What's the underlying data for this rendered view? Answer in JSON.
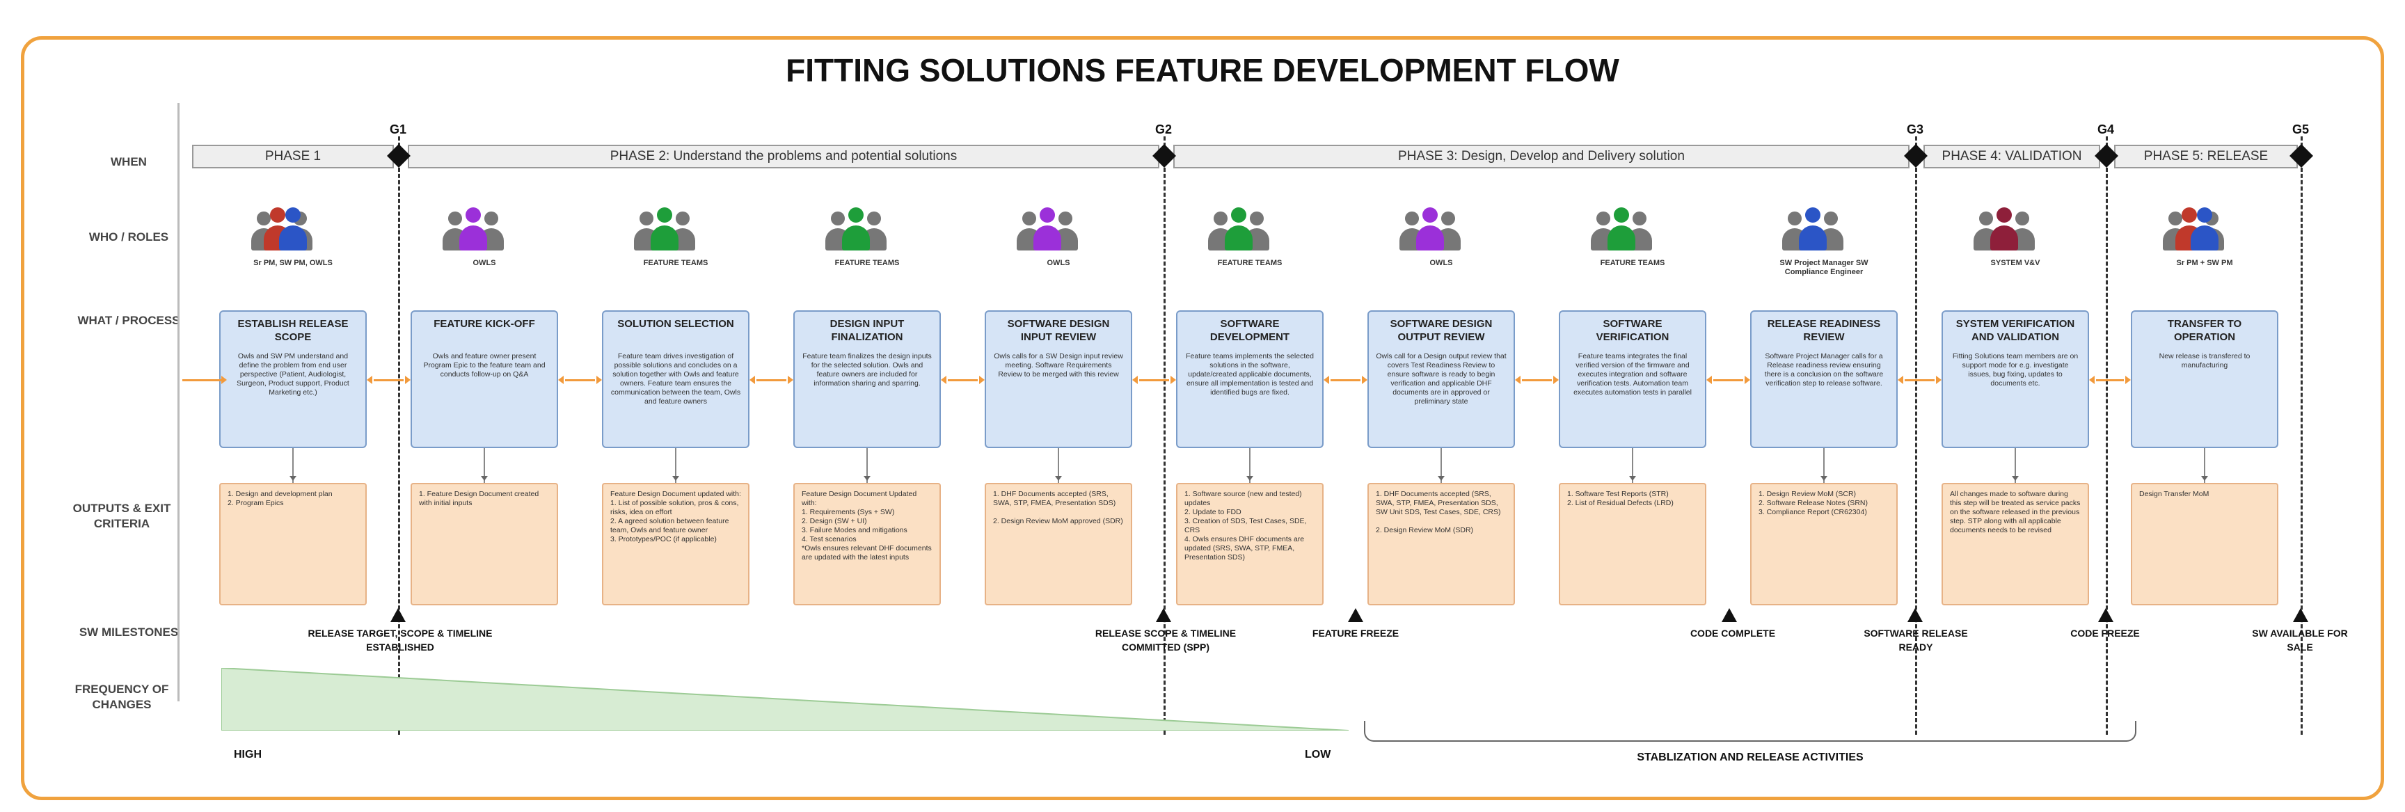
{
  "title": "FITTING SOLUTIONS FEATURE DEVELOPMENT FLOW",
  "row_labels": {
    "when": "WHEN",
    "who": "WHO / ROLES",
    "what": "WHAT / PROCESS",
    "outputs": "OUTPUTS & EXIT CRITERIA",
    "milestones": "SW MILESTONES",
    "frequency": "FREQUENCY OF CHANGES"
  },
  "phases": [
    "PHASE 1",
    "PHASE 2: Understand the problems and potential solutions",
    "PHASE 3: Design, Develop and Delivery solution",
    "PHASE 4: VALIDATION",
    "PHASE 5: RELEASE"
  ],
  "gates": [
    "G1",
    "G2",
    "G3",
    "G4",
    "G5"
  ],
  "roles": [
    "Sr PM, SW PM, OWLS",
    "OWLS",
    "FEATURE TEAMS",
    "FEATURE TEAMS",
    "OWLS",
    "FEATURE TEAMS",
    "OWLS",
    "FEATURE TEAMS",
    "SW Project Manager SW Compliance Engineer",
    "SYSTEM V&V",
    "Sr PM + SW PM"
  ],
  "processes": [
    {
      "title": "ESTABLISH RELEASE SCOPE",
      "body": "Owls and SW PM understand and define the problem from end user perspective (Patient, Audiologist, Surgeon, Product support, Product Marketing etc.)"
    },
    {
      "title": "FEATURE KICK-OFF",
      "body": "Owls and feature owner present Program Epic to the feature team and conducts follow-up on Q&A"
    },
    {
      "title": "SOLUTION SELECTION",
      "body": "Feature team drives investigation of possible solutions and concludes on a solution together with Owls and feature owners. Feature team ensures the communication between the team, Owls and feature owners"
    },
    {
      "title": "DESIGN INPUT FINALIZATION",
      "body": "Feature team finalizes the design inputs for the selected solution. Owls and feature owners are included for information sharing and sparring."
    },
    {
      "title": "SOFTWARE DESIGN INPUT REVIEW",
      "body": "Owls calls for a SW Design input review meeting. Software Requirements Review to be merged with this review"
    },
    {
      "title": "SOFTWARE DEVELOPMENT",
      "body": "Feature teams implements the selected solutions in the software, update/created applicable documents, ensure all implementation is tested and identified bugs are fixed."
    },
    {
      "title": "SOFTWARE DESIGN OUTPUT REVIEW",
      "body": "Owls call for a Design output review that covers Test Readiness Review to ensure software is ready to begin verification and applicable DHF documents are in approved or preliminary state"
    },
    {
      "title": "SOFTWARE VERIFICATION",
      "body": "Feature teams integrates the final verified version of the firmware and executes integration and software verification tests. Automation team executes automation tests in parallel"
    },
    {
      "title": "RELEASE READINESS REVIEW",
      "body": "Software Project Manager calls for a Release readiness review ensuring there is a conclusion on the software verification step to release software."
    },
    {
      "title": "SYSTEM VERIFICATION AND VALIDATION",
      "body": "Fitting Solutions team members are on support mode for e.g. investigate issues, bug fixing, updates to documents etc."
    },
    {
      "title": "TRANSFER TO OPERATION",
      "body": "New release is transfered to manufacturing"
    }
  ],
  "outputs": [
    "1. Design and development plan\n2. Program Epics",
    "1. Feature Design Document created with initial inputs",
    "Feature Design Document updated with:\n1. List of possible solution, pros & cons, risks, idea on effort\n2. A agreed solution between feature team, Owls and feature owner\n3. Prototypes/POC (if applicable)",
    "Feature Design Document Updated with:\n1. Requirements (Sys + SW)\n2. Design (SW + UI)\n3. Failure Modes and mitigations\n4. Test scenarios\n*Owls ensures relevant DHF documents are updated with the latest inputs",
    "1. DHF Documents accepted (SRS, SWA, STP, FMEA, Presentation SDS)\n\n2. Design Review MoM approved (SDR)",
    "1. Software source (new and tested) updates\n2. Update to FDD\n3. Creation of SDS, Test Cases, SDE, CRS\n4. Owls ensures DHF documents are updated (SRS, SWA, STP, FMEA, Presentation SDS)",
    "1. DHF Documents accepted (SRS, SWA, STP, FMEA, Presentation SDS, SW Unit SDS, Test Cases, SDE, CRS)\n\n2. Design Review MoM (SDR)",
    "1. Software Test Reports (STR)\n2. List of Residual Defects (LRD)",
    "1. Design Review MoM (SCR)\n2. Software Release Notes (SRN)\n3. Compliance Report (CR62304)",
    "All changes made to software during this step will be treated as service packs on the software released in the previous step. STP along with all applicable documents needs to be revised",
    "Design Transfer MoM"
  ],
  "milestones": [
    "RELEASE TARGET, SCOPE & TIMELINE ESTABLISHED",
    "RELEASE SCOPE & TIMELINE COMMITTED (SPP)",
    "FEATURE FREEZE",
    "CODE COMPLETE",
    "SOFTWARE RELEASE READY",
    "CODE FREEZE",
    "SW AVAILABLE FOR SALE"
  ],
  "frequency": {
    "high": "HIGH",
    "low": "LOW"
  },
  "stabilization": "STABLIZATION AND RELEASE ACTIVITIES",
  "colors": {
    "frame": "#f0a23e",
    "process_fill": "#d6e4f6",
    "output_fill": "#fbe0c4",
    "connector": "#f29a3c",
    "freq_fill": "#d7ecd3"
  }
}
